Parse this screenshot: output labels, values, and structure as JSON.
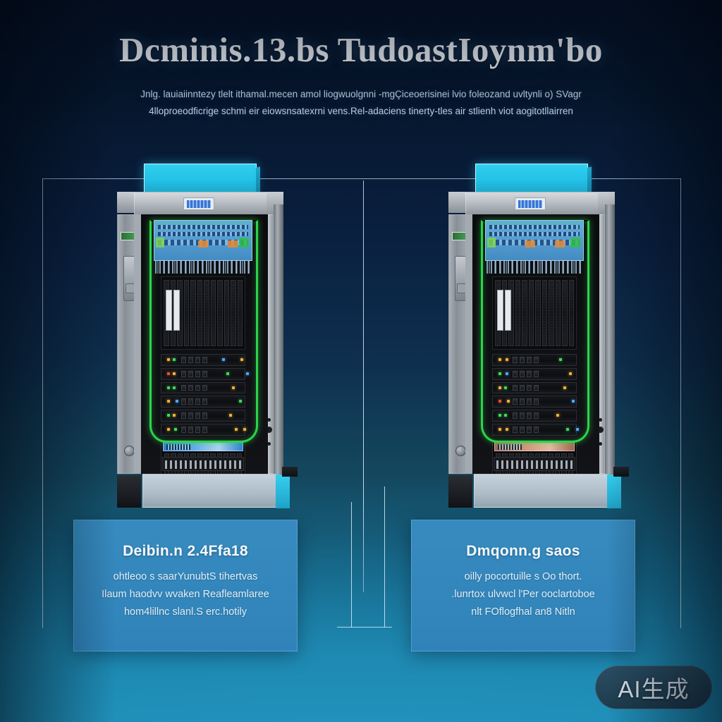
{
  "header": {
    "title": "Dcminis.13.bs TudoastIoynm'bo",
    "subtitle_line1": "Jnlg. lauiaiinntezy tlelt ithamal.mecen amol liogwuolgnni -mgÇiceoerisinei lvio foleozand uvltynli o) SVagr",
    "subtitle_line2": "4lloproeodficrige schmi eir eiowsnsatexrni vens.Rel-adaciens tinerty-tles air stlienh viot aogitotllairren"
  },
  "colors": {
    "background_top": "#07182E",
    "background_bottom": "#1E8FB8",
    "accent_cyan": "#28C8E8",
    "caption_card": "#3287BC",
    "cable_green": "#2BD44A",
    "cable_blue": "#1A55D8",
    "rack_metal": "#A3AAB1",
    "copper_unit": "#C07C60"
  },
  "diagram": {
    "frame_label": "comparison-frame",
    "left_panel": {
      "label": "left-server-rack",
      "hood_color": "#28C8E8",
      "accent_array_color": "#2E7FD6",
      "lcd_badge": "status-display"
    },
    "right_panel": {
      "label": "right-server-rack",
      "hood_color": "#28C8E8",
      "accent_array_color": "#C07C60",
      "lcd_badge": "status-display"
    }
  },
  "captions": {
    "left": {
      "heading": "Deibin.n 2.4Ffa18",
      "line1": "ohtleoo s saarYunubtS tihertvas",
      "line2": "Ilaum haodvv wvaken Reafleamlaree",
      "line3": "hom4lillnc slanl.S erc.hotily"
    },
    "right": {
      "heading": "Dmqonn.g saos",
      "line1": "oilly pocortuille s Oo thort.",
      "line2": ".lunrtox ulvwcl l'Per ooclartoboe",
      "line3": "nlt FOflogfhal an8 Nitln"
    }
  },
  "badge": {
    "text": "AI生成"
  }
}
